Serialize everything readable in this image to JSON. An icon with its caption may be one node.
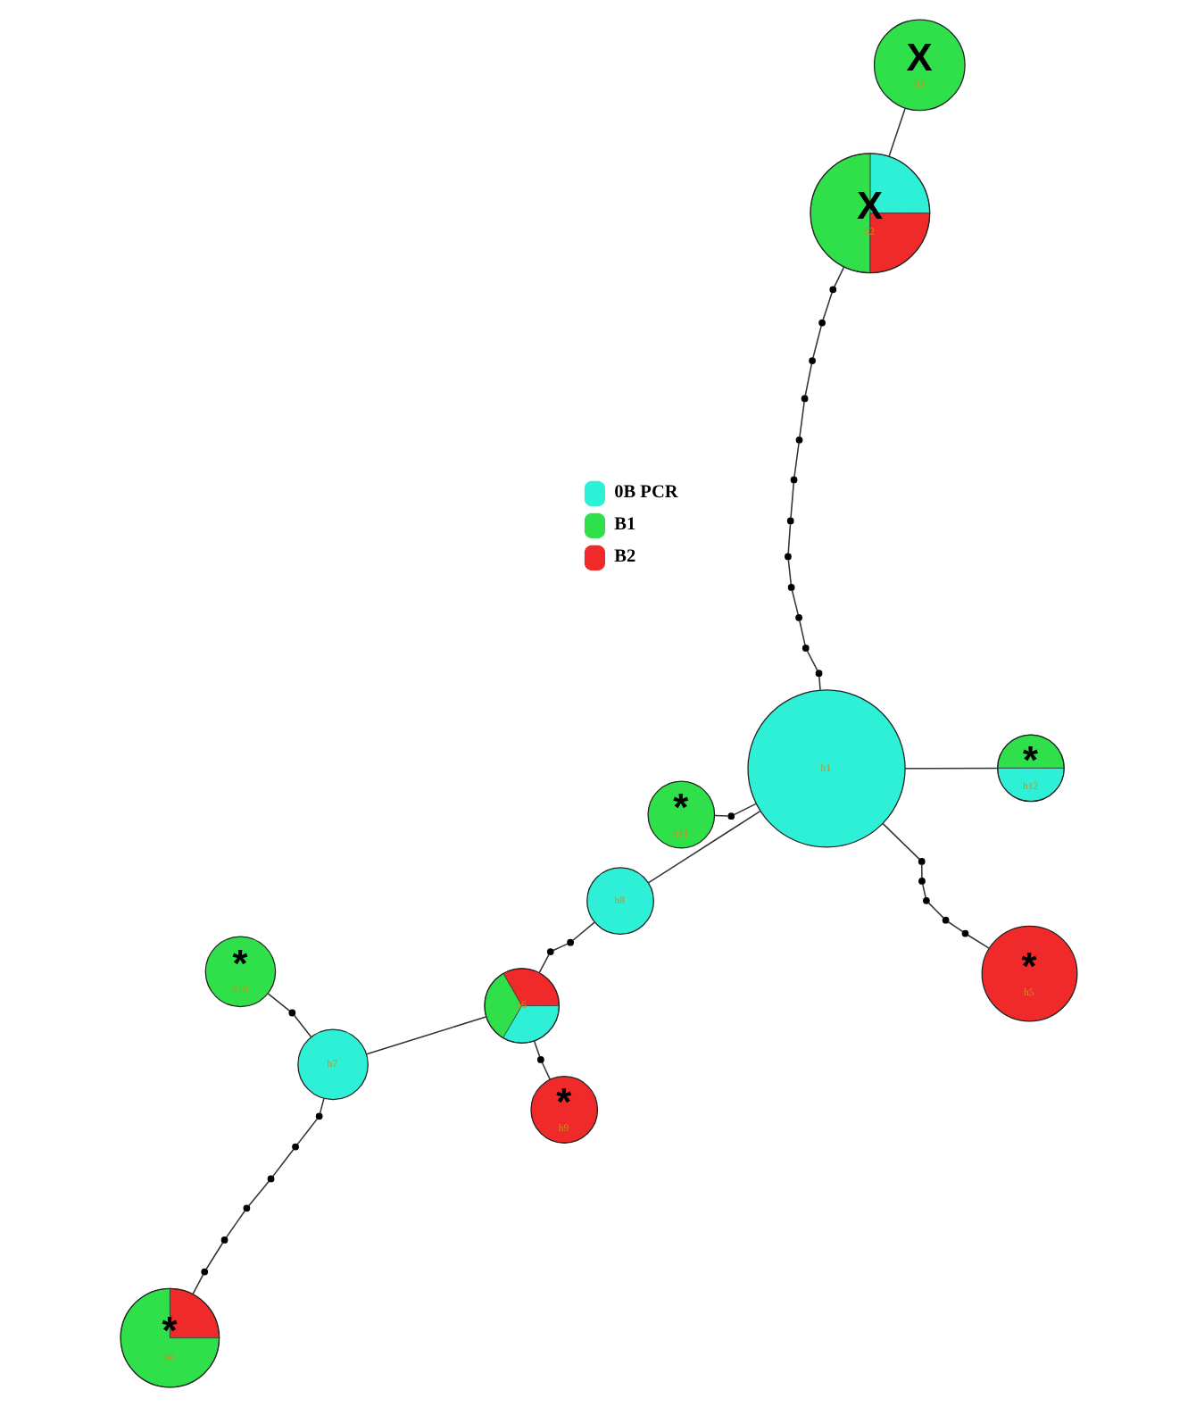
{
  "diagram": {
    "nodes": [
      {
        "text": [
          "X",
          "h2"
        ]
      },
      {
        "text": [
          "X",
          "h3"
        ]
      },
      {
        "text": [
          "*",
          "h4"
        ]
      },
      {
        "text": [
          "*",
          "h11"
        ]
      },
      {
        "text": [
          "*",
          "h9"
        ]
      },
      {
        "text": [
          "h1"
        ]
      },
      {
        "text": [
          "h8"
        ]
      },
      {
        "text": [
          "h6"
        ]
      },
      {
        "text": [
          "h7"
        ]
      },
      {
        "text": [
          "*",
          "h12"
        ]
      },
      {
        "text": [
          "*",
          "h10"
        ]
      },
      {
        "text": [
          "*",
          "h5"
        ]
      },
      {
        "text": [],
        "shape": "circle"
      },
      {
        "text": [],
        "shape": "circle"
      },
      {
        "text": [],
        "shape": "circle"
      },
      {
        "text": [],
        "shape": "circle"
      },
      {
        "text": [],
        "shape": "circle"
      },
      {
        "text": [],
        "shape": "circle"
      },
      {
        "text": [],
        "shape": "circle"
      },
      {
        "text": [],
        "shape": "circle"
      },
      {
        "text": [],
        "shape": "circle"
      },
      {
        "text": [],
        "shape": "circle"
      },
      {
        "text": [],
        "shape": "circle"
      },
      {
        "text": [],
        "shape": "circle"
      },
      {
        "text": [],
        "shape": "circle"
      },
      {
        "text": [],
        "shape": "circle"
      },
      {
        "text": [],
        "shape": "circle"
      },
      {
        "text": [],
        "shape": "circle"
      },
      {
        "text": [],
        "shape": "circle"
      },
      {
        "text": [],
        "shape": "circle"
      },
      {
        "text": [],
        "shape": "circle"
      },
      {
        "text": [],
        "shape": "circle"
      },
      {
        "text": [],
        "shape": "circle"
      },
      {
        "text": [],
        "shape": "circle"
      },
      {
        "text": [],
        "shape": "circle"
      },
      {
        "text": [],
        "shape": "circle"
      },
      {
        "text": [],
        "shape": "circle"
      },
      {
        "text": [],
        "shape": "circle"
      },
      {
        "text": [],
        "shape": "circle"
      },
      {
        "text": [],
        "shape": "circle"
      }
    ],
    "edges": [
      {
        "from": 0,
        "to": 1,
        "arrow": "none"
      },
      {
        "from": 0,
        "to": 12,
        "arrow": "none"
      },
      {
        "from": 12,
        "to": 13,
        "arrow": "none"
      },
      {
        "from": 13,
        "to": 14,
        "arrow": "none"
      },
      {
        "from": 14,
        "to": 15,
        "arrow": "none"
      },
      {
        "from": 15,
        "to": 16,
        "arrow": "none"
      },
      {
        "from": 16,
        "to": 17,
        "arrow": "none"
      },
      {
        "from": 17,
        "to": 18,
        "arrow": "none"
      },
      {
        "from": 18,
        "to": 19,
        "arrow": "none"
      },
      {
        "from": 19,
        "to": 20,
        "arrow": "none"
      },
      {
        "from": 20,
        "to": 21,
        "arrow": "none"
      },
      {
        "from": 21,
        "to": 22,
        "arrow": "none"
      },
      {
        "from": 22,
        "to": 23,
        "arrow": "none"
      },
      {
        "from": 23,
        "to": 5,
        "arrow": "none"
      },
      {
        "from": 3,
        "to": 24,
        "arrow": "none"
      },
      {
        "from": 24,
        "to": 5,
        "arrow": "none"
      },
      {
        "from": 5,
        "to": 6,
        "arrow": "none"
      },
      {
        "from": 5,
        "to": 9,
        "arrow": "none"
      },
      {
        "from": 5,
        "to": 25,
        "arrow": "none"
      },
      {
        "from": 25,
        "to": 26,
        "arrow": "none"
      },
      {
        "from": 26,
        "to": 27,
        "arrow": "none"
      },
      {
        "from": 27,
        "to": 28,
        "arrow": "none"
      },
      {
        "from": 28,
        "to": 29,
        "arrow": "none"
      },
      {
        "from": 29,
        "to": 11,
        "arrow": "none"
      },
      {
        "from": 6,
        "to": 30,
        "arrow": "none"
      },
      {
        "from": 30,
        "to": 31,
        "arrow": "none"
      },
      {
        "from": 31,
        "to": 7,
        "arrow": "none"
      },
      {
        "from": 4,
        "to": 32,
        "arrow": "none"
      },
      {
        "from": 32,
        "to": 7,
        "arrow": "none"
      },
      {
        "from": 7,
        "to": 8,
        "arrow": "none"
      },
      {
        "from": 2,
        "to": 33,
        "arrow": "none"
      },
      {
        "from": 33,
        "to": 34,
        "arrow": "none"
      },
      {
        "from": 34,
        "to": 35,
        "arrow": "none"
      },
      {
        "from": 35,
        "to": 36,
        "arrow": "none"
      },
      {
        "from": 36,
        "to": 37,
        "arrow": "none"
      },
      {
        "from": 37,
        "to": 38,
        "arrow": "none"
      },
      {
        "from": 38,
        "to": 8,
        "arrow": "none"
      },
      {
        "from": 8,
        "to": 39,
        "arrow": "none"
      },
      {
        "from": 39,
        "to": 10,
        "arrow": "none"
      }
    ],
    "legend": [
      {
        "text": "0B PCR",
        "color": "#2ef0d6"
      },
      {
        "text": "B1",
        "color": "#2fe04a"
      },
      {
        "text": "B2",
        "color": "#f02a2a"
      }
    ]
  }
}
